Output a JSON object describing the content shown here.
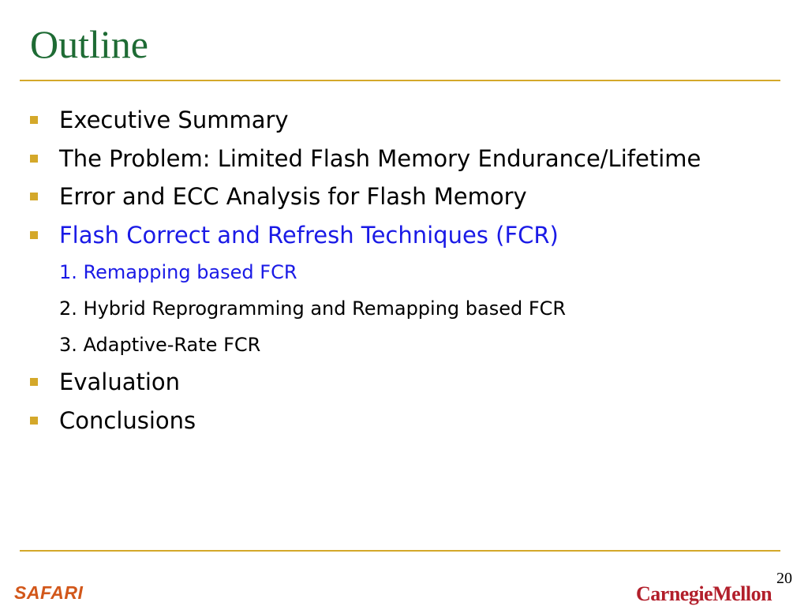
{
  "slide": {
    "title": "Outline",
    "page_number": "20"
  },
  "outline": {
    "items": [
      {
        "label": "Executive Summary",
        "highlight": false
      },
      {
        "label": "The Problem: Limited Flash Memory Endurance/Lifetime",
        "highlight": false
      },
      {
        "label": "Error and ECC Analysis for Flash Memory",
        "highlight": false
      },
      {
        "label": "Flash Correct and Refresh Techniques (FCR)",
        "highlight": true
      },
      {
        "label": "Evaluation",
        "highlight": false
      },
      {
        "label": "Conclusions",
        "highlight": false
      }
    ],
    "subitems": [
      {
        "label": "1. Remapping based FCR",
        "highlight": true
      },
      {
        "label": "2. Hybrid Reprogramming and Remapping based FCR",
        "highlight": false
      },
      {
        "label": "3. Adaptive-Rate FCR",
        "highlight": false
      }
    ]
  },
  "footer": {
    "left_logo": "SAFARI",
    "right_logo": "CarnegieMellon"
  },
  "colors": {
    "title": "#1e6b34",
    "rule_and_bullets": "#d4a82a",
    "highlight": "#1a1ae6",
    "safari": "#d2571a",
    "cmu": "#b21f2b"
  }
}
